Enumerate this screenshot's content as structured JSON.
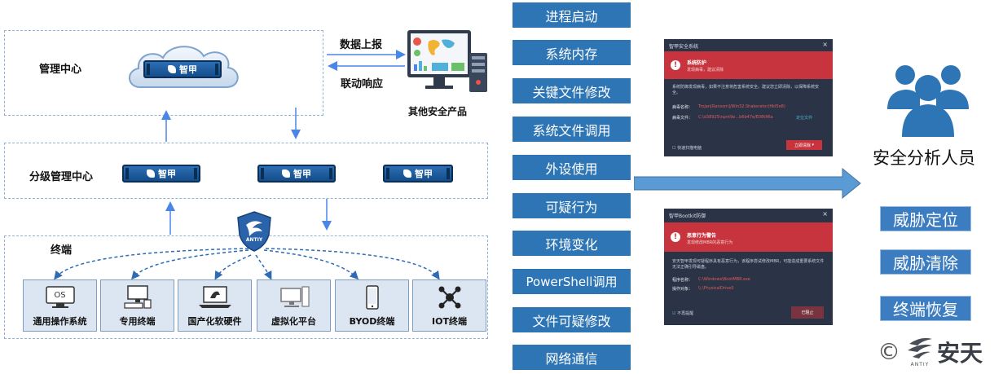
{
  "zones": {
    "management_center": "管理中心",
    "tiered_center": "分级管理中心",
    "terminal": "终端"
  },
  "devices": {
    "brand": "智甲"
  },
  "links": {
    "data_upload": "数据上报",
    "linkage_response": "联动响应",
    "other_products": "其他安全产品"
  },
  "shield": {
    "text": "ANTIY"
  },
  "terminals": [
    {
      "label": "通用操作系统",
      "icon": "os-icon",
      "icon_text": "OS"
    },
    {
      "label": "专用终端",
      "icon": "workstation-icon"
    },
    {
      "label": "国产化软硬件",
      "icon": "laptop-icon"
    },
    {
      "label": "虚拟化平台",
      "icon": "virtual-platform-icon"
    },
    {
      "label": "BYOD终端",
      "icon": "phone-icon"
    },
    {
      "label": "IOT终端",
      "icon": "iot-icon"
    }
  ],
  "behaviors": [
    "进程启动",
    "系统内存",
    "关键文件修改",
    "系统文件调用",
    "外设使用",
    "可疑行为",
    "环境变化",
    "PowerShell调用",
    "文件可疑修改",
    "网络通信"
  ],
  "popup1": {
    "title": "智甲安全系统",
    "close": "×",
    "heading": "系统防护",
    "subheading": "发现病毒，建议清除",
    "body": "系统防御发现病毒，如果不注意将危害系统安全。建议您立即清除，以保障系统安全。",
    "virus_name_key": "病毒名称：",
    "virus_name_val": "Trojan[Ransom]/Win32.Shakerator(Hkl5e8)",
    "virus_file_key": "病毒文件：",
    "virus_file_val": "C:\\d38925\\npnt9e...b6b47e/E08t96a",
    "locate": "定位文件",
    "checkbox": "快速扫描电脑",
    "action": "立即清除"
  },
  "popup2": {
    "title": "智甲Bootkit防御",
    "close": "×",
    "heading": "恶意行为警告",
    "subheading": "发现修改MBR的恶意行为",
    "body": "安天智甲发现可疑程序具有恶意行为，该程序尝试修改MBR，可能造成重要系统文件无法正确引导磁盘。",
    "program_key": "程序名称：",
    "program_val": "C:\\Windows\\BootMBR.exe",
    "target_key": "操作对象：",
    "target_val": "\\\\.\\PhysicalDrive0",
    "checkbox": "不再提醒",
    "action": "已阻止"
  },
  "analyst": {
    "label": "安全分析人员"
  },
  "actions": [
    "威胁定位",
    "威胁清除",
    "终端恢复"
  ],
  "logo": {
    "copyright": "©",
    "mark_text": "ANTIY",
    "name": "安天"
  },
  "colors": {
    "accent": "#2e75b6",
    "dashed_border": "#8fb0d8",
    "arrow": "#4a86e8",
    "popup_bg": "#2b3447",
    "popup_banner": "#c8343d"
  }
}
